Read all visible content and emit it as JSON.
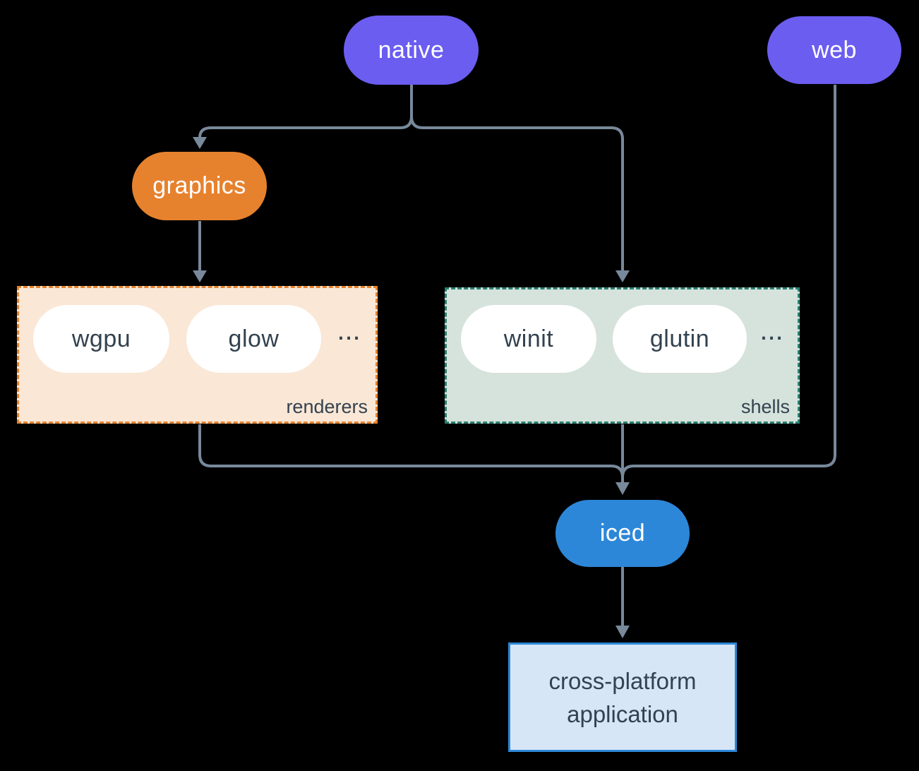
{
  "diagram": {
    "nodes": {
      "native": {
        "label": "native"
      },
      "web": {
        "label": "web"
      },
      "graphics": {
        "label": "graphics"
      },
      "iced": {
        "label": "iced"
      },
      "application": {
        "label_line1": "cross-platform",
        "label_line2": "application"
      }
    },
    "groups": {
      "renderers": {
        "label": "renderers",
        "items": [
          "wgpu",
          "glow"
        ],
        "ellipsis": "..."
      },
      "shells": {
        "label": "shells",
        "items": [
          "winit",
          "glutin"
        ],
        "ellipsis": "..."
      }
    },
    "colors": {
      "background": "#000000",
      "platform_node": "#6b5df0",
      "graphics_node": "#e6822e",
      "iced_node": "#2d87d8",
      "connector": "#78899b",
      "renderers_fill": "#fae7d6",
      "renderers_border": "#e6822e",
      "shells_fill": "#d5e3dc",
      "shells_border": "#2a7f6e",
      "application_fill": "#d6e6f7",
      "application_border": "#2d87d8",
      "dark_text": "#33424f",
      "light_text": "#ffffff"
    }
  }
}
